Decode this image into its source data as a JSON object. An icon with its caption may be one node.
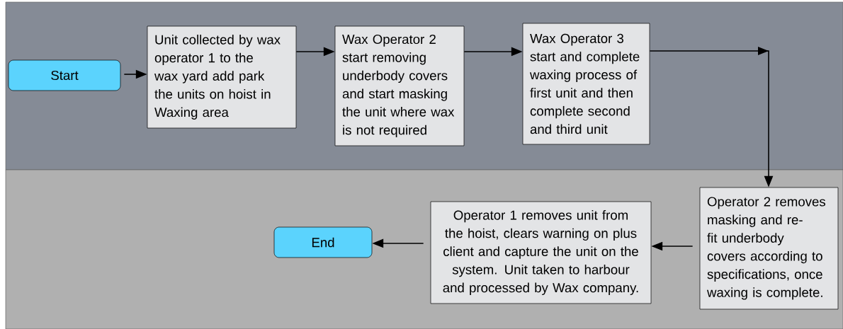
{
  "diagram": {
    "nodes": [
      {
        "text": [
          "Start"
        ]
      },
      {
        "text": [
          "Unit collected by wax operator 1 to the wax yard add park the units on hoist in Waxing area"
        ]
      },
      {
        "text": [
          "Wax Operator 2 start removing underbody covers and start masking the unit where wax is not required"
        ]
      },
      {
        "text": [
          "Wax Operator 3 start and complete waxing process of first unit and then complete second and third unit"
        ]
      },
      {
        "text": [
          "Operator 2 removes masking and re-fit underbody covers according to specifications, once waxing is complete."
        ]
      },
      {
        "text": [
          "Operator 1 removes unit from the hoist, clears warning on plus client and capture the unit on the system. Unit taken to harbour and processed by Wax company."
        ]
      },
      {
        "text": [
          "End"
        ]
      }
    ],
    "edges": [
      {
        "from": 0,
        "to": 1,
        "arrow": "to"
      },
      {
        "from": 1,
        "to": 2,
        "arrow": "to"
      },
      {
        "from": 2,
        "to": 3,
        "arrow": "to"
      },
      {
        "from": 3,
        "to": 4,
        "arrow": "to"
      },
      {
        "from": 4,
        "to": 5,
        "arrow": "to"
      },
      {
        "from": 5,
        "to": 6,
        "arrow": "to"
      }
    ]
  }
}
